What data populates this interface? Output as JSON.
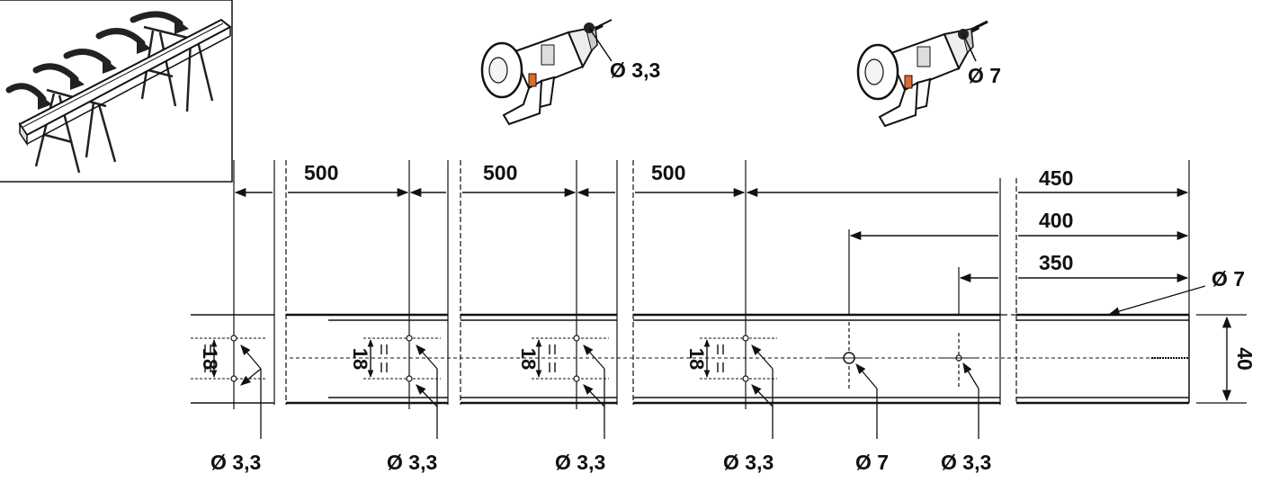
{
  "drill_small": {
    "diameter_label": "Ø 3,3"
  },
  "drill_large": {
    "diameter_label": "Ø 7"
  },
  "dimensions": {
    "spacing": [
      "500",
      "500",
      "500"
    ],
    "right_spans": [
      "450",
      "400",
      "350"
    ],
    "height_18": "18",
    "profile_height": "40",
    "top_hole": "Ø 7"
  },
  "hole_labels": [
    "Ø 3,3",
    "Ø 3,3",
    "Ø 3,3",
    "Ø 3,3",
    "Ø 7",
    "Ø 3,3"
  ],
  "colors": {
    "line": "#111111",
    "drill_accent": "#e06a2c"
  }
}
